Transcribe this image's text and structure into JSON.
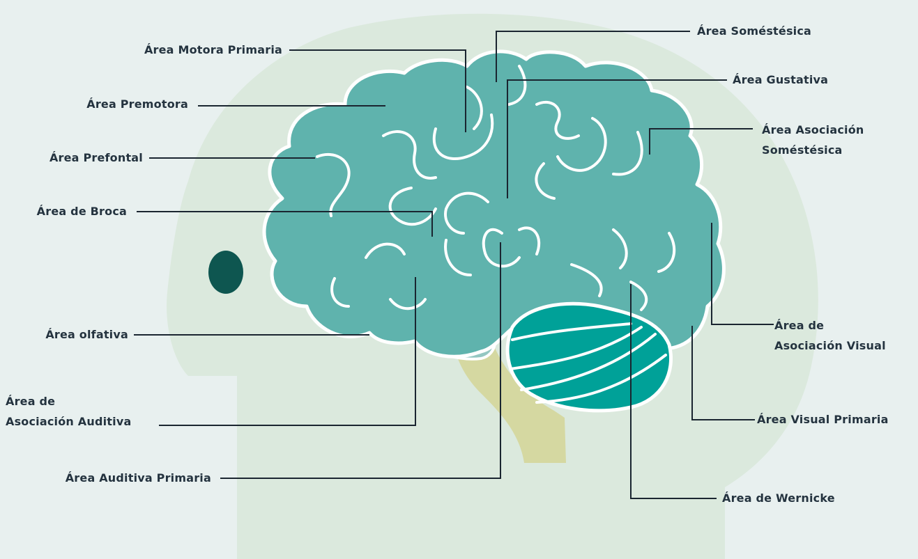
{
  "labels": {
    "motora_primaria": "Área Motora Primaria",
    "premotora": "Área Premotora",
    "prefontal": "Área Prefontal",
    "broca": "Área de Broca",
    "olfativa": "Área olfativa",
    "asoc_auditiva_1": "Área de",
    "asoc_auditiva_2": "Asociación Auditiva",
    "auditiva_primaria": "Área Auditiva Primaria",
    "somestesica": "Área Soméstésica",
    "gustativa": "Área Gustativa",
    "asoc_somestesica_1": "Área Asociación",
    "asoc_somestesica_2": "Soméstésica",
    "asoc_visual_1": "Área de",
    "asoc_visual_2": "Asociación Visual",
    "visual_primaria": "Área Visual Primaria",
    "wernicke": "Área de Wernicke"
  },
  "colors": {
    "background": "#e8f0ef",
    "head": "#dbe9dd",
    "brain": "#5fb3ad",
    "brain_outline": "#ffffff",
    "cerebellum": "#00a198",
    "brainstem": "#d5d8a1",
    "eye": "#0e5650",
    "leader_line": "#1a2530"
  }
}
